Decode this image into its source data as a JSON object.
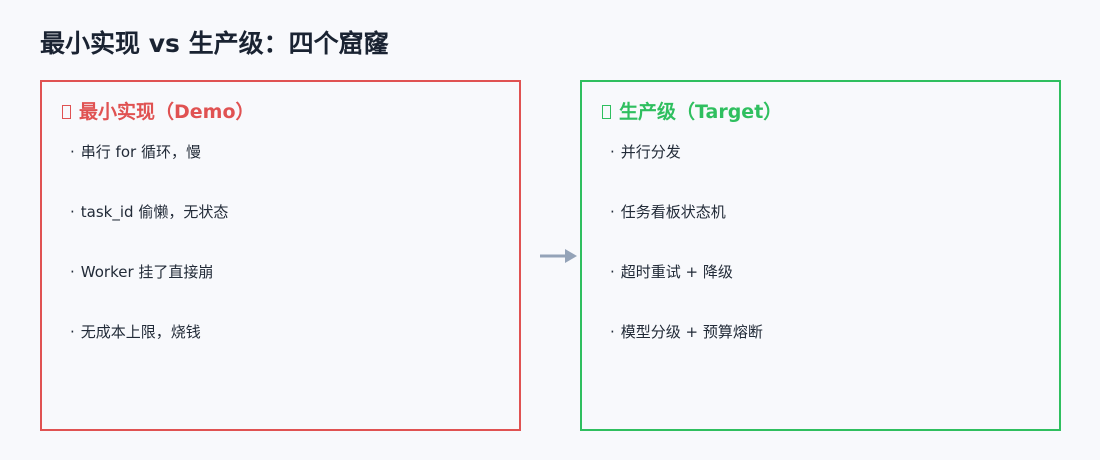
{
  "title": "最小实现 vs 生产级：四个窟窿",
  "colors": {
    "demo": "#e05252",
    "target": "#2fbf5f",
    "arrow": "#94a3b8"
  },
  "demo": {
    "header": "最小实现（Demo）",
    "items": [
      "串行 for 循环，慢",
      "task_id 偷懒，无状态",
      "Worker 挂了直接崩",
      "无成本上限，烧钱"
    ]
  },
  "target": {
    "header": "生产级（Target）",
    "items": [
      "并行分发",
      "任务看板状态机",
      "超时重试 + 降级",
      "模型分级 + 预算熔断"
    ]
  },
  "bullet": "·"
}
